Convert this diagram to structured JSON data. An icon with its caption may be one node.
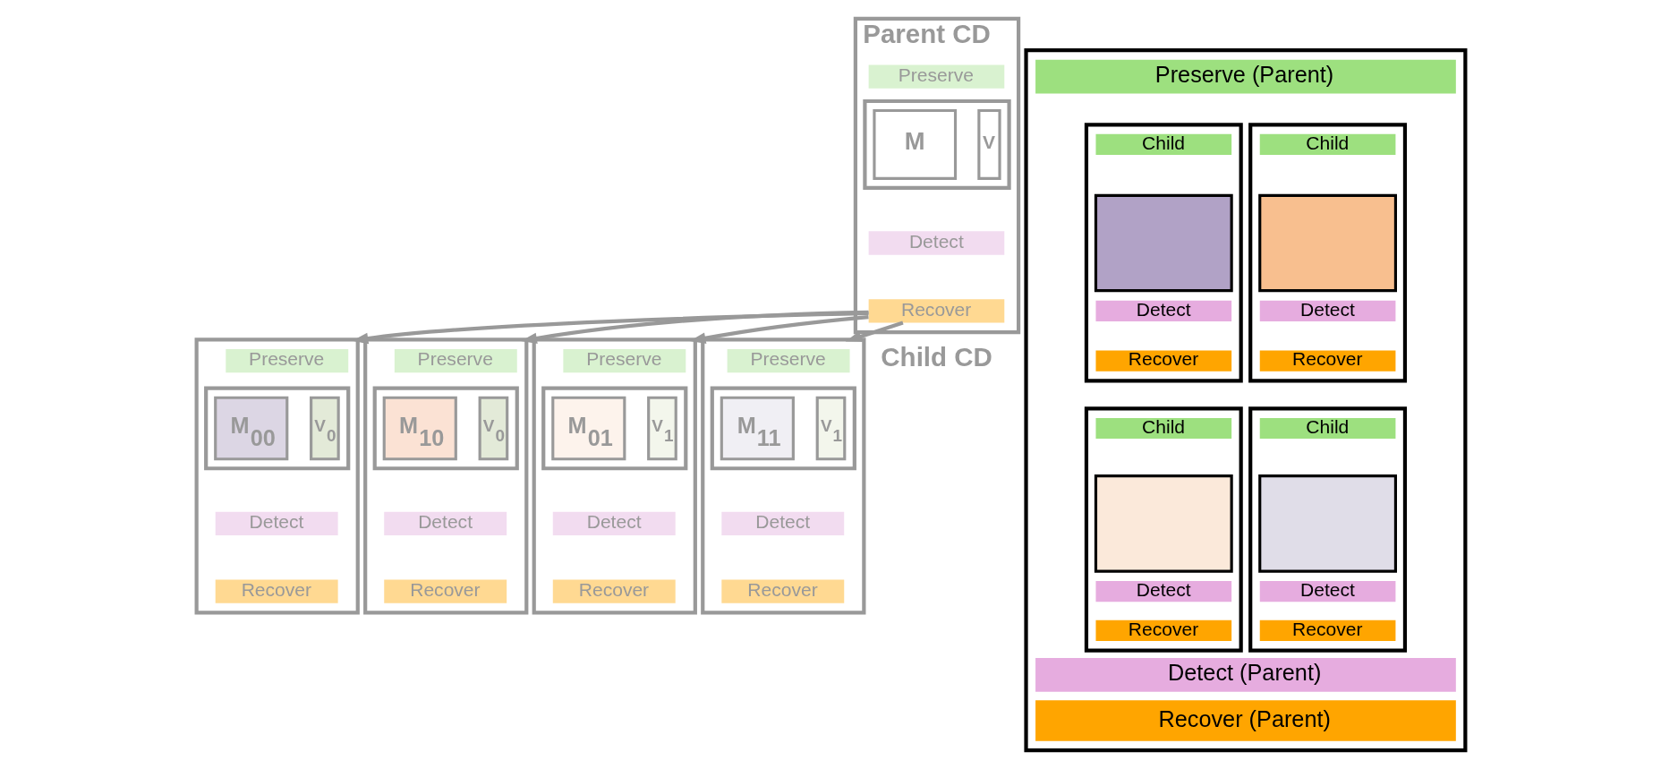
{
  "diagram": {
    "nodes": [
      {
        "text": [
          "Parent CD"
        ]
      },
      {
        "text": [
          "Preserve"
        ],
        "in": 0
      },
      {
        "text": [],
        "shape": "box",
        "in": 0
      },
      {
        "text": [
          "M"
        ],
        "in": 2
      },
      {
        "text": [
          "V"
        ],
        "in": 2
      },
      {
        "text": [
          "Detect"
        ],
        "in": 0
      },
      {
        "text": [
          "Recover"
        ],
        "in": 0
      },
      {
        "text": [],
        "shape": "box"
      },
      {
        "text": [
          "Preserve"
        ],
        "in": 7
      },
      {
        "text": [],
        "shape": "box",
        "in": 7
      },
      {
        "text": [
          "M$_{00}$"
        ],
        "in": 9
      },
      {
        "text": [
          "V$_{0}$"
        ],
        "in": 9
      },
      {
        "text": [
          "Detect"
        ],
        "in": 7
      },
      {
        "text": [
          "Recover"
        ],
        "in": 7
      },
      {
        "text": [],
        "shape": "box"
      },
      {
        "text": [
          "Preserve"
        ],
        "in": 14
      },
      {
        "text": [],
        "shape": "box",
        "in": 14
      },
      {
        "text": [
          "M$_{10}$"
        ],
        "in": 16
      },
      {
        "text": [
          "V$_{0}$"
        ],
        "in": 16
      },
      {
        "text": [
          "Detect"
        ],
        "in": 14
      },
      {
        "text": [
          "Recover"
        ],
        "in": 14
      },
      {
        "text": [],
        "shape": "box"
      },
      {
        "text": [
          "Preserve"
        ],
        "in": 21
      },
      {
        "text": [],
        "shape": "box",
        "in": 21
      },
      {
        "text": [
          "M$_{01}$"
        ],
        "in": 23
      },
      {
        "text": [
          "V$_{1}$"
        ],
        "in": 23
      },
      {
        "text": [
          "Detect"
        ],
        "in": 21
      },
      {
        "text": [
          "Recover"
        ],
        "in": 21
      },
      {
        "text": [],
        "shape": "box"
      },
      {
        "text": [
          "Preserve"
        ],
        "in": 28
      },
      {
        "text": [],
        "shape": "box",
        "in": 28
      },
      {
        "text": [
          "M$_{11}$"
        ],
        "in": 30
      },
      {
        "text": [
          "V$_{1}$"
        ],
        "in": 30
      },
      {
        "text": [
          "Detect"
        ],
        "in": 28
      },
      {
        "text": [
          "Recover"
        ],
        "in": 28
      },
      {
        "text": [],
        "shape": "box"
      },
      {
        "text": [
          "Preserve (Parent)"
        ],
        "in": 35
      },
      {
        "text": [],
        "shape": "box",
        "in": 35
      },
      {
        "text": [
          "Child"
        ],
        "in": 37
      },
      {
        "text": [],
        "shape": "box",
        "in": 37
      },
      {
        "text": [
          "Detect"
        ],
        "in": 37
      },
      {
        "text": [
          "Recover"
        ],
        "in": 37
      },
      {
        "text": [],
        "shape": "box",
        "in": 35
      },
      {
        "text": [
          "Child"
        ],
        "in": 42
      },
      {
        "text": [],
        "shape": "box",
        "in": 42
      },
      {
        "text": [
          "Detect"
        ],
        "in": 42
      },
      {
        "text": [
          "Recover"
        ],
        "in": 42
      },
      {
        "text": [],
        "shape": "box",
        "in": 35
      },
      {
        "text": [
          "Child"
        ],
        "in": 47
      },
      {
        "text": [],
        "shape": "box",
        "in": 47
      },
      {
        "text": [
          "Detect"
        ],
        "in": 47
      },
      {
        "text": [
          "Recover"
        ],
        "in": 47
      },
      {
        "text": [],
        "shape": "box",
        "in": 35
      },
      {
        "text": [
          "Child"
        ],
        "in": 52
      },
      {
        "text": [],
        "shape": "box",
        "in": 52
      },
      {
        "text": [
          "Detect"
        ],
        "in": 52
      },
      {
        "text": [
          "Recover"
        ],
        "in": 52
      },
      {
        "text": [
          "Detect (Parent)"
        ],
        "in": 35
      },
      {
        "text": [
          "Recover (Parent)"
        ],
        "in": 35
      }
    ],
    "edges": [
      {
        "from": 6,
        "to": 7,
        "arrow": "to"
      },
      {
        "from": 6,
        "to": 14,
        "arrow": "to"
      },
      {
        "from": 6,
        "to": 21,
        "arrow": "to"
      },
      {
        "from": 6,
        "to": 28,
        "arrow": "to"
      }
    ],
    "labels": [
      "Child CD"
    ]
  }
}
